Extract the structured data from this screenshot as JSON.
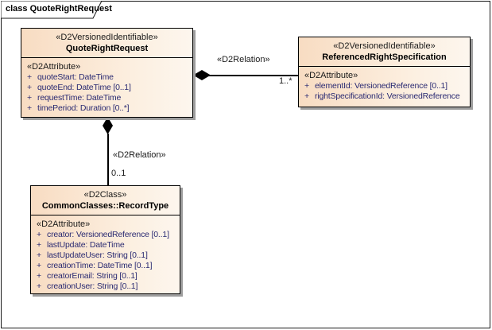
{
  "frame": {
    "label": "class QuoteRightRequest"
  },
  "colors": {
    "box_fill_left": "#f8dcc2",
    "box_fill_right": "#fdf6ee",
    "box_border": "#000000",
    "attribute_text": "#2a2a72",
    "shadow": "#9e9e9e",
    "background": "#ffffff"
  },
  "classes": [
    {
      "stereotype": "«D2VersionedIdentifiable»",
      "name": "QuoteRightRequest",
      "compartment_label": "«D2Attribute»",
      "attributes": [
        {
          "vis": "+",
          "text": "quoteStart: DateTime"
        },
        {
          "vis": "+",
          "text": "quoteEnd: DateTime [0..1]"
        },
        {
          "vis": "+",
          "text": "requestTime: DateTime"
        },
        {
          "vis": "+",
          "text": "timePeriod: Duration [0..*]"
        }
      ]
    },
    {
      "stereotype": "«D2VersionedIdentifiable»",
      "name": "ReferencedRightSpecification",
      "compartment_label": "«D2Attribute»",
      "attributes": [
        {
          "vis": "+",
          "text": "elementId: VersionedReference [0..1]"
        },
        {
          "vis": "+",
          "text": "rightSpecificationId: VersionedReference"
        }
      ]
    },
    {
      "stereotype": "«D2Class»",
      "name": "CommonClasses::RecordType",
      "compartment_label": "«D2Attribute»",
      "attributes": [
        {
          "vis": "+",
          "text": "creator: VersionedReference [0..1]"
        },
        {
          "vis": "+",
          "text": "lastUpdate: DateTime"
        },
        {
          "vis": "+",
          "text": "lastUpdateUser: String [0..1]"
        },
        {
          "vis": "+",
          "text": "creationTime: DateTime [0..1]"
        },
        {
          "vis": "+",
          "text": "creatorEmail: String [0..1]"
        },
        {
          "vis": "+",
          "text": "creationUser: String [0..1]"
        }
      ]
    }
  ],
  "relations": [
    {
      "label": "«D2Relation»",
      "multiplicity": "1..*",
      "aggregation": "composite"
    },
    {
      "label": "«D2Relation»",
      "multiplicity": "0..1",
      "aggregation": "composite"
    }
  ]
}
